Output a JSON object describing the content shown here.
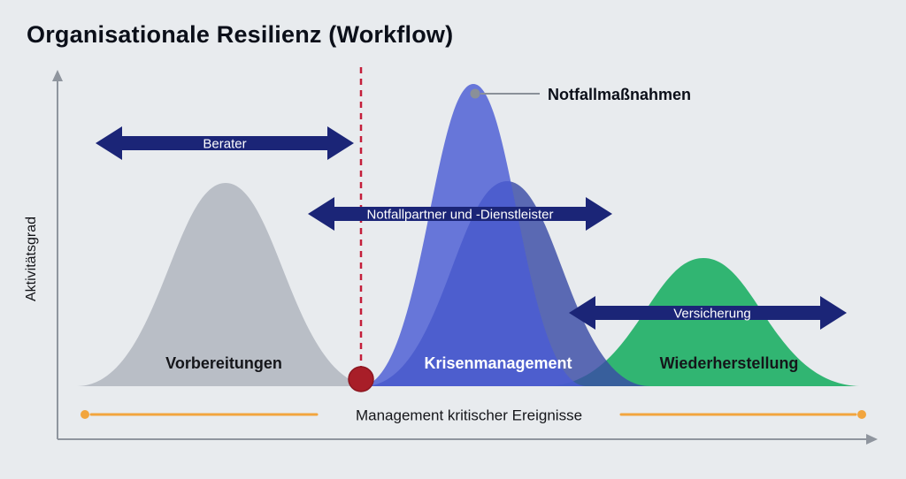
{
  "title": "Organisationale Resilienz (Workflow)",
  "y_axis": {
    "label": "Aktivitätsgrad"
  },
  "phases": [
    {
      "label": "Vorbereitungen",
      "color": "#b9bec6"
    },
    {
      "label": "Krisenmanagement",
      "color": "#4a5cd4"
    },
    {
      "label": "Wiederherstellung",
      "color": "#31b572"
    }
  ],
  "peak_annotation": {
    "label": "Notfallmaßnahmen",
    "marker_color": "#8a9099"
  },
  "arrows": [
    {
      "label": "Berater"
    },
    {
      "label": "Notfallpartner und -Dienstleister"
    },
    {
      "label": "Versicherung"
    }
  ],
  "timeline": {
    "label": "Management kritischer Ereignisse",
    "color": "#f2a53e"
  },
  "colors": {
    "background": "#e8ebee",
    "arrow": "#1b2577",
    "crisis_line": "#c41e3a",
    "crisis_dot": "#a81e28",
    "secondary_curve": "#3a4ca6"
  }
}
